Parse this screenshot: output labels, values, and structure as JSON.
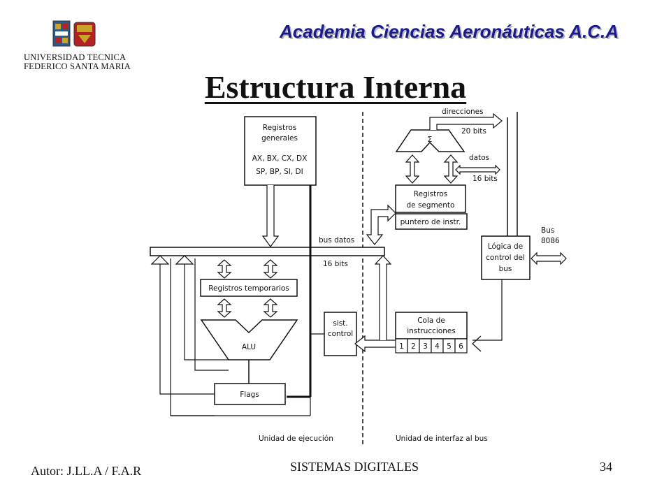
{
  "header": {
    "university_line1": "UNIVERSIDAD TECNICA",
    "university_line2": "FEDERICO SANTA MARIA",
    "academia": "Academia  Ciencias Aeronáuticas A.C.A",
    "title": "Estructura Interna"
  },
  "diagram": {
    "registros_generales": [
      "Registros",
      "generales",
      "AX, BX, CX, DX",
      "SP, BP, SI, DI"
    ],
    "bus_datos": "bus datos",
    "bus_bits": "16 bits",
    "registros_temporarios": "Registros temporarios",
    "alu": "ALU",
    "flags": "Flags",
    "sist_control": [
      "sist.",
      "control"
    ],
    "sigma": "Σ",
    "direcciones": "direcciones",
    "dir_bits": "20 bits",
    "datos": "datos",
    "datos_bits": "16 bits",
    "registros_segmento": [
      "Registros",
      "de segmento"
    ],
    "puntero_instr": "puntero de instr.",
    "logica_control": [
      "Lógica de",
      "control del",
      "bus"
    ],
    "bus_8086": [
      "Bus",
      "8086"
    ],
    "cola_instrucciones": [
      "Cola de",
      "instrucciones"
    ],
    "cola_slots": [
      "1",
      "2",
      "3",
      "4",
      "5",
      "6"
    ],
    "unidad_ejecucion": "Unidad de ejecución",
    "unidad_interfaz": "Unidad de interfaz al bus"
  },
  "footer": {
    "author": "Autor: J.LL.A  / F.A.R",
    "course": "SISTEMAS DIGITALES",
    "page": "34"
  }
}
